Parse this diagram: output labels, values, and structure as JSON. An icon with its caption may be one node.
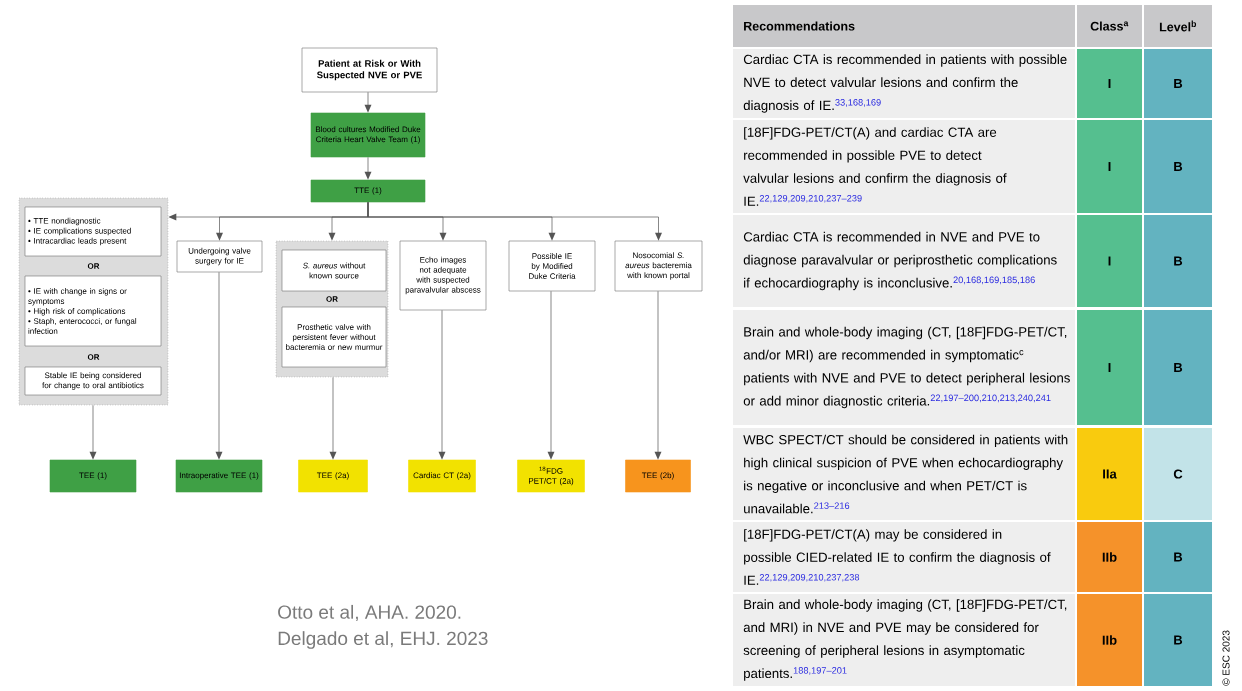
{
  "diagram": {
    "nodes": [
      {
        "text": [
          "Patient at Risk or With Suspected NVE or PVE"
        ]
      },
      {
        "text": [
          "Blood cultures Modified Duke Criteria Heart Valve Team (1)"
        ]
      },
      {
        "text": [
          "TTE (1)"
        ]
      },
      {
        "text": [
          "OR",
          "OR"
        ]
      },
      {
        "text": [
          "• TTE nondiagnostic",
          "• IE complications suspected",
          "• Intracardiac leads present"
        ],
        "in": 3
      },
      {
        "text": [
          "• IE with change in signs or symptoms",
          "• High risk of complications",
          "• Staph, enterococci, or fungal infection"
        ],
        "in": 3
      },
      {
        "text": [
          "Stable IE being considered for change to oral antibiotics"
        ],
        "in": 3
      },
      {
        "text": [
          "Undergoing valve surgery for IE"
        ]
      },
      {
        "text": [
          "OR"
        ]
      },
      {
        "text": [
          "*S. aureus* without known source"
        ],
        "in": 8
      },
      {
        "text": [
          "Prosthetic valve with persistent fever without bacteremia or new murmur"
        ],
        "in": 8
      },
      {
        "text": [
          "Echo images not adequate with suspected paravalvular abscess"
        ]
      },
      {
        "text": [
          "Possible IE by Modified Duke Criteria"
        ]
      },
      {
        "text": [
          "Nosocomial *S. aureus* bacteremia with known portal"
        ]
      },
      {
        "text": [
          "TEE (1)"
        ]
      },
      {
        "text": [
          "Intraoperative TEE (1)"
        ]
      },
      {
        "text": [
          "TEE (2a)"
        ]
      },
      {
        "text": [
          "Cardiac CT (2a)"
        ]
      },
      {
        "text": [
          "$^{18}$FDG PET/CT (2a)"
        ]
      },
      {
        "text": [
          "TEE (2b)"
        ]
      }
    ],
    "edges": [
      {
        "from": 0,
        "to": 1,
        "arrow": "to"
      },
      {
        "from": 1,
        "to": 2,
        "arrow": "to"
      },
      {
        "from": 2,
        "to": 3,
        "arrow": "to"
      },
      {
        "from": 2,
        "to": 7,
        "arrow": "to"
      },
      {
        "from": 2,
        "to": 8,
        "arrow": "to"
      },
      {
        "from": 2,
        "to": 11,
        "arrow": "to"
      },
      {
        "from": 2,
        "to": 12,
        "arrow": "to"
      },
      {
        "from": 2,
        "to": 13,
        "arrow": "to"
      },
      {
        "from": 3,
        "to": 14,
        "arrow": "to"
      },
      {
        "from": 7,
        "to": 15,
        "arrow": "to"
      },
      {
        "from": 8,
        "to": 16,
        "arrow": "to"
      },
      {
        "from": 11,
        "to": 17,
        "arrow": "to"
      },
      {
        "from": 12,
        "to": 18,
        "arrow": "to"
      },
      {
        "from": 13,
        "to": 19,
        "arrow": "to"
      }
    ],
    "labels": [
      "Recommendations",
      "Class$^{a}$",
      "Level$^{b}$",
      "Cardiac CTA is recommended in patients with possible NVE to detect valvular lesions and confirm the diagnosis of IE.",
      "^{\\text{33,168,169}}",
      "I",
      "B",
      "[18F]FDG-PET/CT(A) and cardiac CTA are recommended in possible PVE to detect valvular lesions and confirm the diagnosis of IE.",
      "^{\\text{22,129,209,210,237–239}}",
      "I",
      "B",
      "Cardiac CTA is recommended in NVE and PVE to diagnose paravalvular or periprosthetic complications if echocardiography is inconclusive.",
      "^{\\text{20,168,169,185,186}}",
      "I",
      "B",
      "Brain and whole-body imaging (CT, [18F]FDG-PET/CT, and/or MRI) are recommended in symptomatic$^{c}$ patients with NVE and PVE to detect peripheral lesions or add minor diagnostic criteria.",
      "^{\\text{22,197–200,210,213,240,241}}",
      "I",
      "B",
      "WBC SPECT/CT should be considered in patients with high clinical suspicion of PVE when echocardiography is negative or inconclusive and when PET/CT is unavailable.",
      "^{\\text{213–216}}",
      "IIa",
      "C",
      "[18F]FDG-PET/CT(A) may be considered in possible CIED-related IE to confirm the diagnosis of IE.",
      "^{\\text{22,129,209,210,237,238}}",
      "IIb",
      "B",
      "Brain and whole-body imaging (CT, [18F]FDG-PET/CT, and MRI) in NVE and PVE may be considered for screening of peripheral lesions in asymptomatic patients.",
      "^{\\text{188,197–201}}",
      "IIb",
      "B",
      "Otto et al, AHA. 2020.",
      "Delgado et al, EHJ. 2023",
      "© ESC 2023"
    ]
  }
}
